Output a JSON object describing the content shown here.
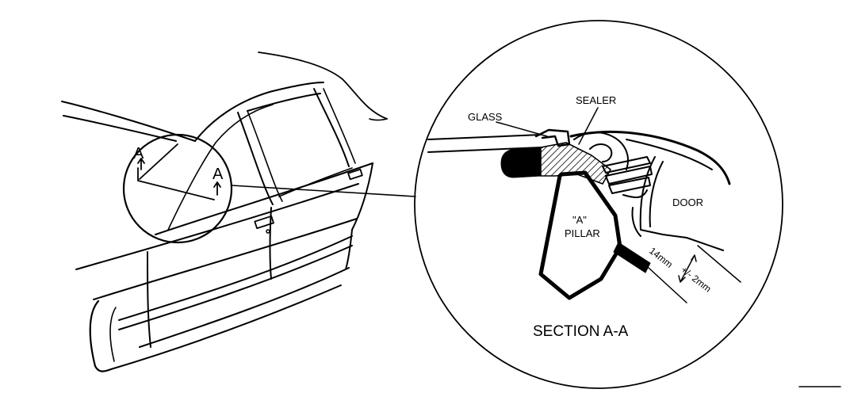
{
  "labels": {
    "section_marker_left": "A",
    "section_marker_right": "A",
    "glass": "GLASS",
    "sealer": "SEALER",
    "door": "DOOR",
    "pillar_line1": "\"A\"",
    "pillar_line2": "PILLAR",
    "dim_main": "14mm",
    "dim_tol": "+/- 2mm",
    "section_title": "SECTION A-A"
  },
  "colors": {
    "ink": "#000000",
    "paper": "#ffffff"
  }
}
